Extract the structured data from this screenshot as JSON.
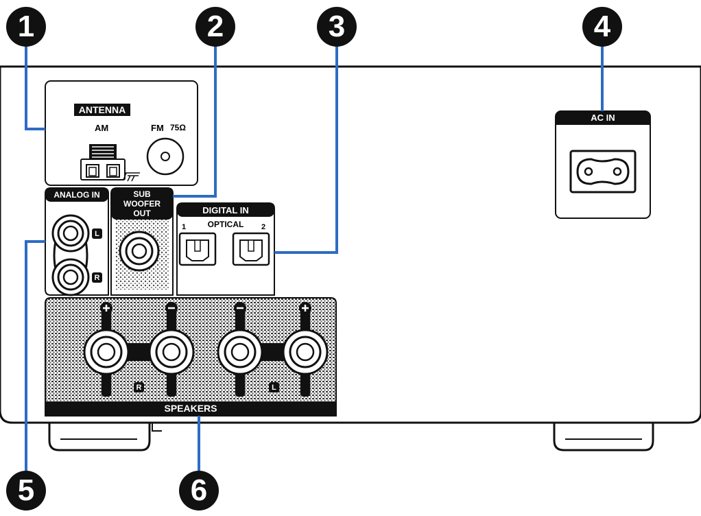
{
  "callouts": [
    "1",
    "2",
    "3",
    "4",
    "5",
    "6"
  ],
  "labels": {
    "antenna": "ANTENNA",
    "am": "AM",
    "fm": "FM",
    "fm_impedance": "75Ω",
    "analog_in": "ANALOG IN",
    "left": "L",
    "right": "R",
    "sub_line1": "SUB",
    "sub_line2": "WOOFER",
    "sub_line3": "OUT",
    "digital_in": "DIGITAL IN",
    "optical": "OPTICAL",
    "optical_1": "1",
    "optical_2": "2",
    "ac_in": "AC IN",
    "speakers": "SPEAKERS",
    "speaker_r": "R",
    "speaker_l": "L"
  },
  "colors": {
    "leader": "#2d6cc4",
    "ink": "#111111",
    "panel": "#ffffff"
  }
}
